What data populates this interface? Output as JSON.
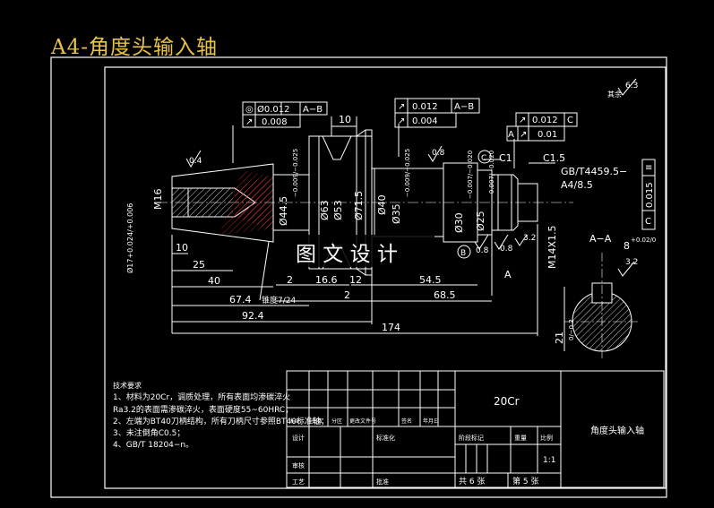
{
  "page_title": "A4-角度头输入轴",
  "watermark": "图 文 设 计",
  "colors": {
    "background": "#000000",
    "lines": "#ffffff",
    "title": "#e8c34a",
    "hatch": "#ff3b3b"
  },
  "tolerance_frames": {
    "left_row1": [
      "◎",
      "Ø0.012",
      "A−B"
    ],
    "left_row2": [
      "↗",
      "0.008"
    ],
    "mid_row1": [
      "↗",
      "0.012",
      "A−B"
    ],
    "mid_row2": [
      "↗",
      "0.004"
    ],
    "right_row1": [
      "↗",
      "0.012",
      "C"
    ],
    "right_row2": [
      "A",
      "↗",
      "0.01"
    ],
    "side_box": [
      "≡",
      "0.015",
      "C"
    ]
  },
  "dimensions": {
    "d10_top": "10",
    "d10": "10",
    "d25": "25",
    "d40": "40",
    "d67_4": "67.4",
    "d92_4": "92.4",
    "d174": "174",
    "d2_a": "2",
    "d16_6": "16.6",
    "d12": "12",
    "d2_b": "2",
    "d54_5": "54.5",
    "d68_5": "68.5",
    "m16": "M16",
    "phi17": "Ø17+0.024/+0.006",
    "phi44_5": "Ø44.5",
    "phi44_tol": "−0.009/−0.025",
    "phi63": "Ø63",
    "phi53": "Ø53",
    "phi71_5": "Ø71.5",
    "phi40": "Ø40",
    "phi35": "Ø35",
    "phi35_tol": "−0.009/−0.025",
    "phi30": "Ø30",
    "phi30_tol": "−0.007/−0.020",
    "phi25": "Ø25",
    "phi25_tol": "−0.007/−0.020",
    "m14": "M14X1.5",
    "taper": "锥度7/24",
    "c1": "C1",
    "c1_5": "C1.5",
    "gb_center": "GB/T4459.5−",
    "a4_8_5": "A4/8.5",
    "rough_0_4": "0.4",
    "rough_0_8a": "0.8",
    "rough_0_8b": "0.8",
    "rough_0_8c": "0.8",
    "rough_3_2": "3.2",
    "rough_other": "其余",
    "rough_6_3": "6.3",
    "datum_c": "C",
    "datum_b": "B",
    "datum_a": "A",
    "section": "A−A",
    "sec_width": "8",
    "sec_width_tol": "+0.02/0",
    "sec_3_2": "3.2",
    "sec_depth": "21",
    "sec_depth_tol": "0/−0.2"
  },
  "notes": {
    "title": "技术要求",
    "lines": [
      "1、材料为20Cr，调质处理，所有表面均渗碳淬火",
      "Ra3.2的表面需渗碳淬火，表面硬度55~60HRC；",
      "2、左端为BT40刀柄结构，所有刀柄尺寸参照BT40标准轴；",
      "3、未注倒角C0.5；",
      "4、GB/T 18204−n。"
    ]
  },
  "title_block": {
    "material": "20Cr",
    "part_name": "角度头输入轴",
    "hdr": [
      "标记",
      "处数",
      "分区",
      "更改文件号",
      "签名",
      "年月日"
    ],
    "design": "设计",
    "standardization": "标准化",
    "stage_mark": "阶段标记",
    "weight": "重量",
    "scale_label": "比例",
    "scale": "1:1",
    "review": "审核",
    "process": "工艺",
    "approve": "批准",
    "sheet_total": "共 6 张",
    "sheet_num": "第 5 张"
  }
}
